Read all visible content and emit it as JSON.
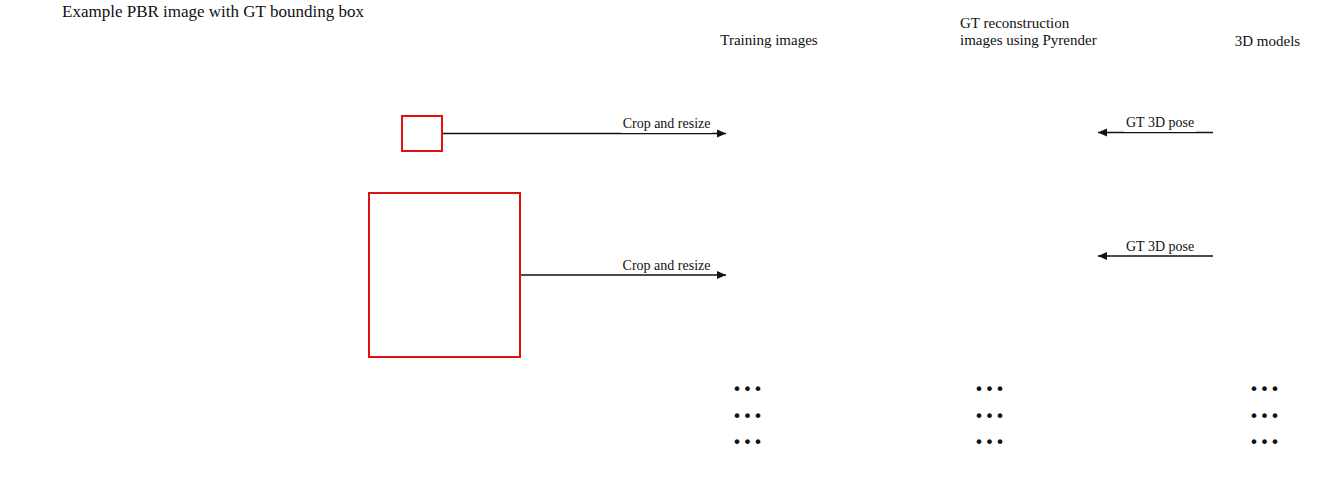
{
  "diagram": {
    "nodes": [
      {
        "text": [
          "Example PBR image with GT bounding box"
        ]
      },
      {
        "text": [],
        "in": 0
      },
      {
        "text": [],
        "in": 0
      },
      {
        "text": [
          "Training images"
        ]
      },
      {
        "text": [
          "GT reconstruction images using Pyrender"
        ]
      },
      {
        "text": [
          "3D models"
        ]
      },
      {
        "text": []
      },
      {
        "text": []
      },
      {
        "text": []
      }
    ],
    "edges": [
      {
        "from": 1,
        "to": 3,
        "arrow": "to",
        "label": "Crop and resize"
      },
      {
        "from": 2,
        "to": 6,
        "arrow": "to",
        "label": "Crop and resize"
      },
      {
        "from": 5,
        "to": 4,
        "arrow": "to",
        "label": "GT 3D pose"
      },
      {
        "from": 8,
        "to": 7,
        "arrow": "to",
        "label": "GT 3D pose"
      }
    ],
    "labels": [
      "•••",
      "•••",
      "•••",
      "•••",
      "•••",
      "•••",
      "•••",
      "•••",
      "•••"
    ]
  }
}
